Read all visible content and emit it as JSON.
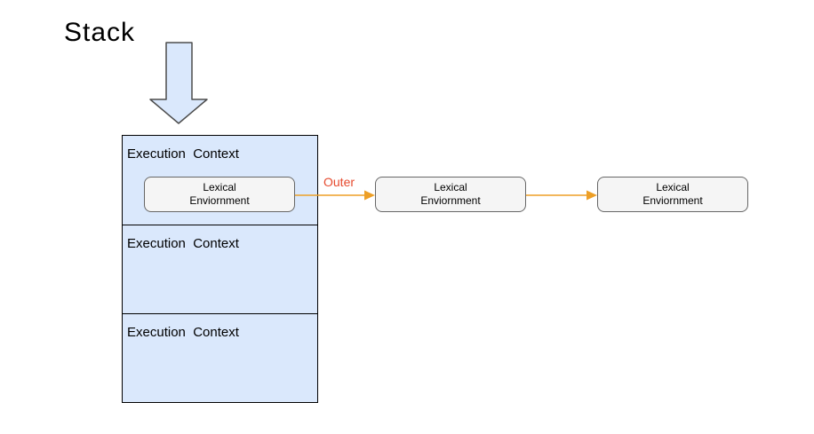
{
  "diagram": {
    "title": "Stack",
    "outer_label": "Outer",
    "stack_sections": [
      {
        "label": "Execution  Context"
      },
      {
        "label": "Execution  Context"
      },
      {
        "label": "Execution  Context"
      }
    ],
    "lexical_boxes": [
      {
        "line1": "Lexical",
        "line2": "Enviornment"
      },
      {
        "line1": "Lexical",
        "line2": "Enviornment"
      },
      {
        "line1": "Lexical",
        "line2": "Enviornment"
      }
    ],
    "colors": {
      "stack_fill": "#DAE8FC",
      "stack_border": "#000000",
      "arrow_fill": "#DAE8FC",
      "arrow_border": "#4D4D4D",
      "lexical_fill": "#F5F5F5",
      "lexical_border": "#666666",
      "connector": "#ED9F26",
      "outer_text": "#E64A2E"
    }
  }
}
